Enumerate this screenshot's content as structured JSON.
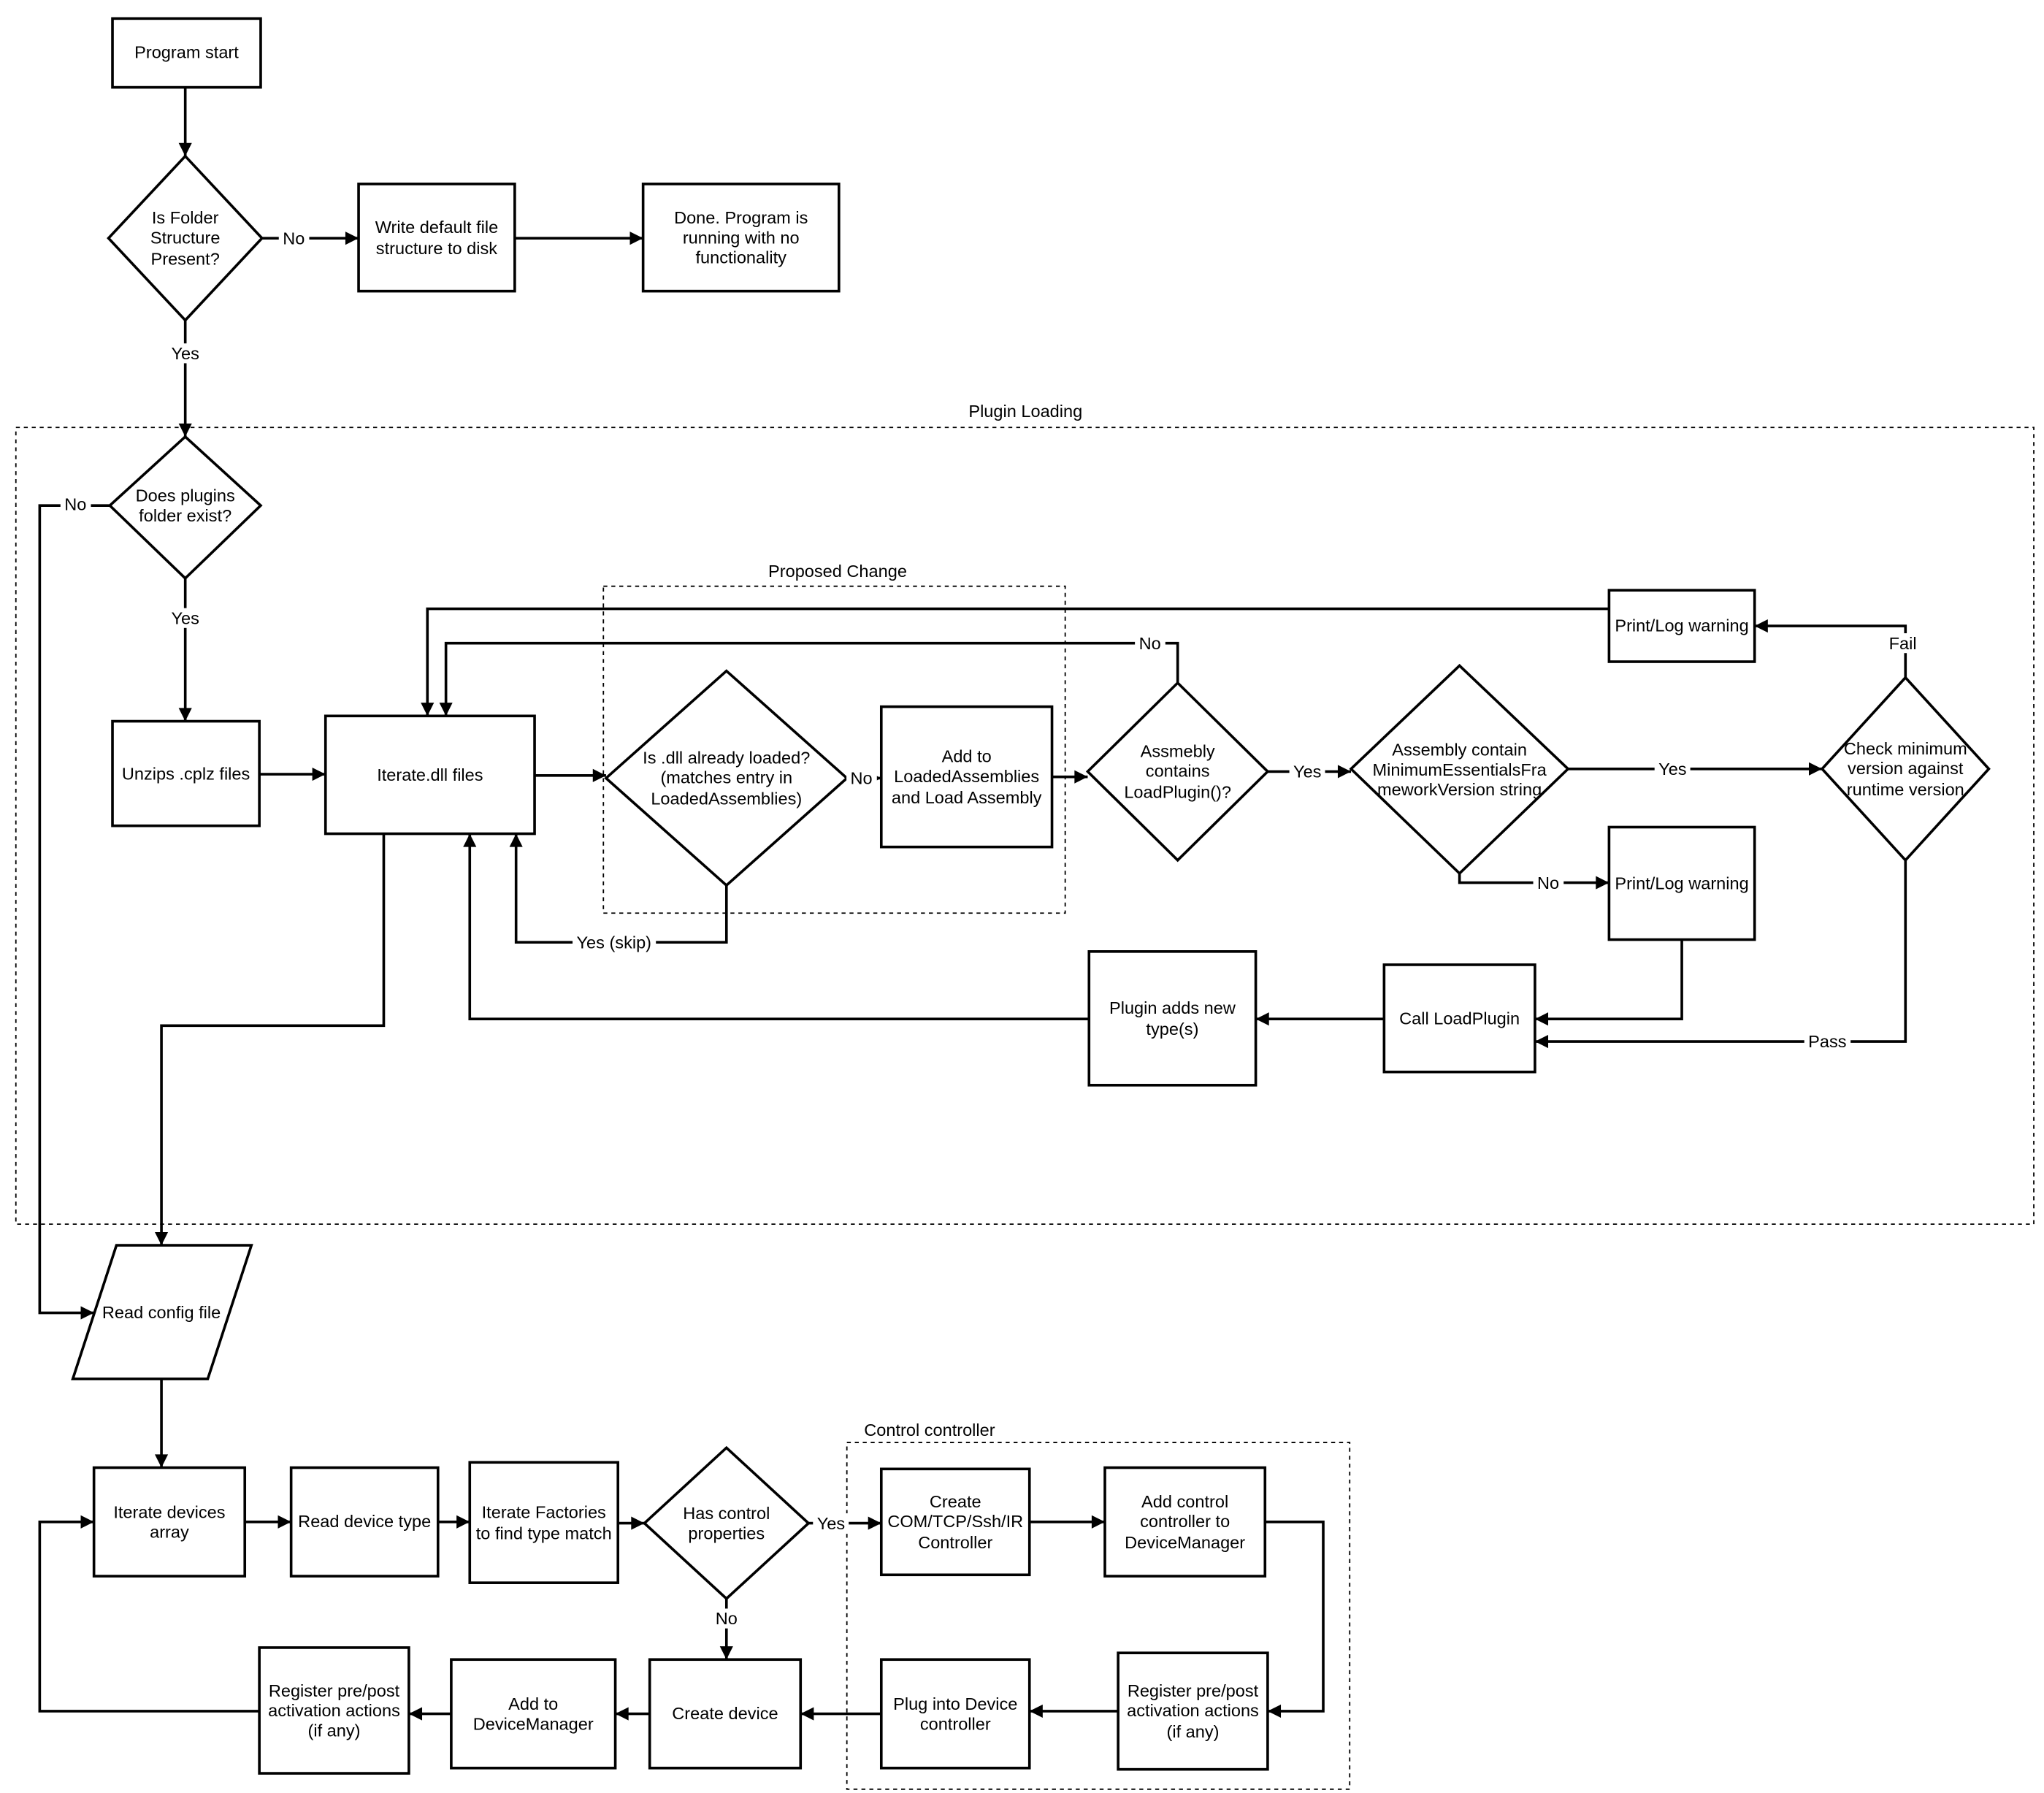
{
  "containers": {
    "plugin_loading": "Plugin Loading",
    "proposed_change": "Proposed Change",
    "control_controller": "Control controller"
  },
  "nodes": {
    "program_start": "Program start",
    "is_folder_structure": "Is Folder Structure Present?",
    "write_default": "Write default file structure to disk",
    "done": "Done.  Program is running with no functionality",
    "does_plugins_folder": "Does plugins folder exist?",
    "unzips_cplz": "Unzips .cplz files",
    "iterate_dll": "Iterate.dll files",
    "is_dll_loaded": "Is .dll already loaded? (matches entry in LoadedAssemblies)",
    "add_to_loaded": "Add to LoadedAssemblies and Load Assembly",
    "assembly_contains_loadplugin": "Assmebly contains LoadPlugin()?",
    "assembly_contains_version": "Assembly contain MinimumEssentialsFrameworkVersion string",
    "check_min_version": "Check minimum version against runtime version",
    "print_log_warning_top": "Print/Log warning",
    "print_log_warning_bottom": "Print/Log warning",
    "call_loadplugin": "Call LoadPlugin",
    "plugin_adds_types": "Plugin adds new type(s)",
    "read_config": "Read config file",
    "iterate_devices": "Iterate devices array",
    "read_device_type": "Read device type",
    "iterate_factories": "Iterate Factories to find type match",
    "has_control_properties": "Has control properties",
    "create_controller": "Create COM/TCP/Ssh/IR Controller",
    "add_control_controller": "Add control controller to DeviceManager",
    "register_prepost_control": "Register pre/post activation actions (if any)",
    "plug_into_device": "Plug into Device controller",
    "create_device": "Create device",
    "add_to_devicemanager": "Add to DeviceManager",
    "register_prepost_device": "Register pre/post activation actions (if any)"
  },
  "edge_labels": {
    "folder_no": "No",
    "folder_yes": "Yes",
    "plugins_no": "No",
    "plugins_yes": "Yes",
    "dll_loaded_no": "No",
    "dll_loaded_yes_skip": "Yes (skip)",
    "loadplugin_yes": "Yes",
    "loadplugin_no": "No",
    "version_yes": "Yes",
    "version_no": "No",
    "check_fail": "Fail",
    "check_pass": "Pass",
    "control_yes": "Yes",
    "control_no": "No"
  }
}
